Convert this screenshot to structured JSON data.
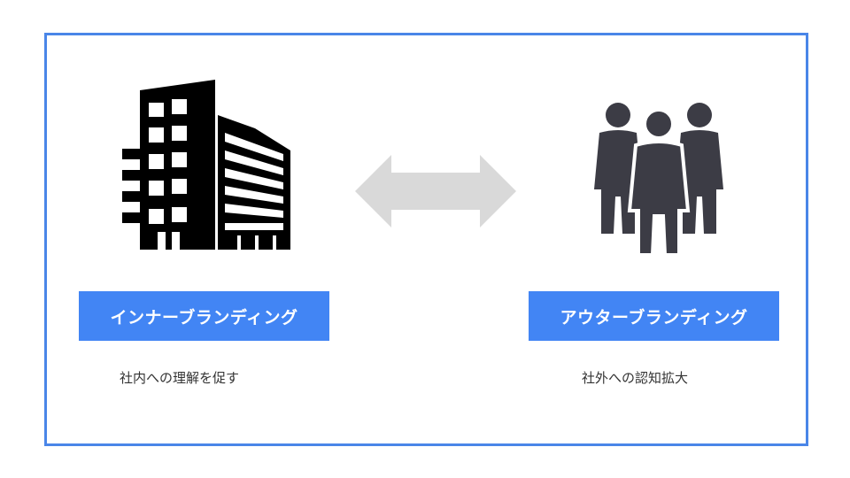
{
  "diagram": {
    "left": {
      "icon": "office-building-icon",
      "label": "インナーブランディング",
      "caption": "社内への理解を促す"
    },
    "connector": {
      "icon": "bidirectional-arrow-icon",
      "color": "#d9d9d9"
    },
    "right": {
      "icon": "group-of-people-icon",
      "label": "アウターブランディング",
      "caption": "社外への認知拡大"
    }
  },
  "colors": {
    "frame_border": "#4a86e8",
    "label_background": "#4285f4",
    "label_text": "#ffffff",
    "building": "#000000",
    "people": "#3c3c45",
    "arrow": "#d9d9d9"
  }
}
